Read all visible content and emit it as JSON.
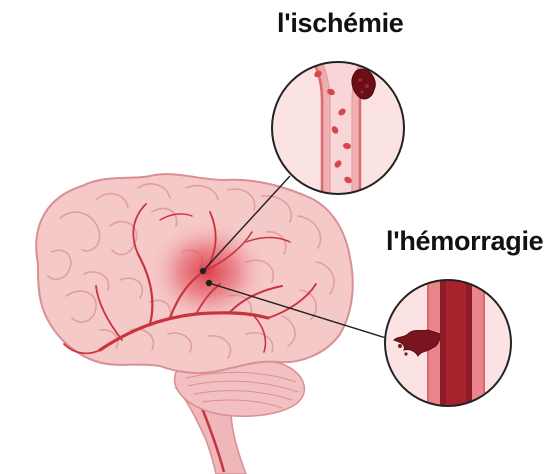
{
  "labels": {
    "ischemia": "l'ischémie",
    "hemorrhage": "l'hémorragie"
  },
  "colors": {
    "brain_fill": "#f6c9c9",
    "brain_outline": "#d98f93",
    "vessel": "#c7343e",
    "vessel_dark": "#8e1c26",
    "blood": "#d8454f",
    "clot": "#6b0f17",
    "callout_stroke": "#222222",
    "hot_spot": "#e0424c"
  },
  "icons": [
    "brain-illustration",
    "ischemic-vessel-icon",
    "hemorrhagic-vessel-icon"
  ]
}
